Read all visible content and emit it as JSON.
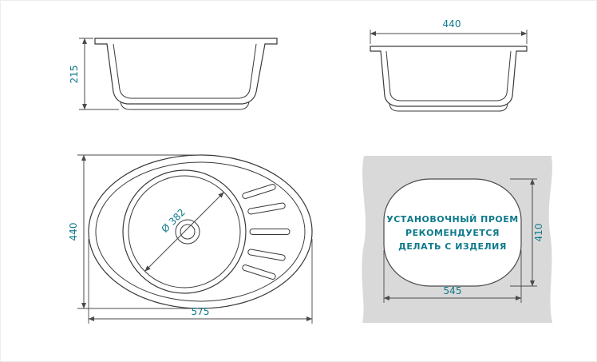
{
  "drawing": {
    "left_section": {
      "height_label": "215"
    },
    "right_section": {
      "width_label": "440"
    },
    "top_view": {
      "height_label": "440",
      "width_label": "575",
      "diameter_label": "Ø 382"
    },
    "cutout": {
      "height_label": "410",
      "width_label": "545",
      "note_lines": [
        "УСТАНОВОЧНЫЙ ПРОЕМ",
        "РЕКОМЕНДУЕТСЯ",
        "ДЕЛАТЬ С ИЗДЕЛИЯ"
      ]
    }
  },
  "colors": {
    "dimension_text": "#0e7a8b",
    "note_text": "#0e7a8b",
    "drawing_line": "#3a3a3a",
    "panel_gray": "#d9d9d9"
  }
}
